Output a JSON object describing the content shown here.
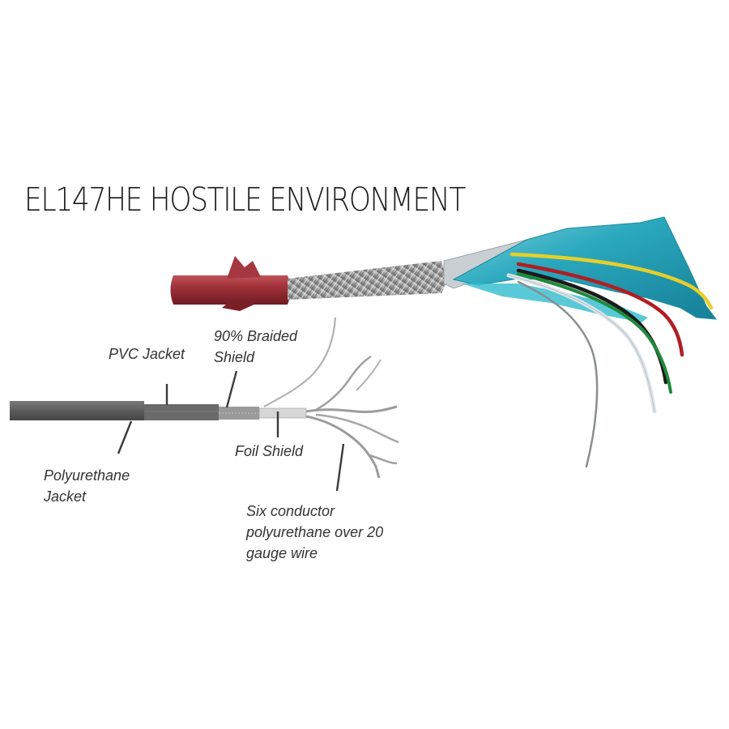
{
  "title": "EL147HE HOSTILE ENVIRONMENT",
  "labels": {
    "pvc_jacket": "PVC Jacket",
    "braided_shield_line1": "90% Braided",
    "braided_shield_line2": "Shield",
    "polyurethane_jacket_line1": "Polyurethane",
    "polyurethane_jacket_line2": "Jacket",
    "foil_shield": "Foil Shield",
    "conductor_line1": "Six conductor",
    "conductor_line2": "polyurethane over 20",
    "conductor_line3": "gauge wire"
  },
  "colors": {
    "outer_jacket": "#9c2f36",
    "foil_teal": "#2fb2c6",
    "braid": "#a9aaa9",
    "wire_yellow": "#e6cf2a",
    "wire_red": "#b01e24",
    "wire_green": "#1f8a3c",
    "wire_black": "#1b1b1b",
    "wire_white": "#e8ecee",
    "diagram_jacket": "#5e5e5e"
  }
}
